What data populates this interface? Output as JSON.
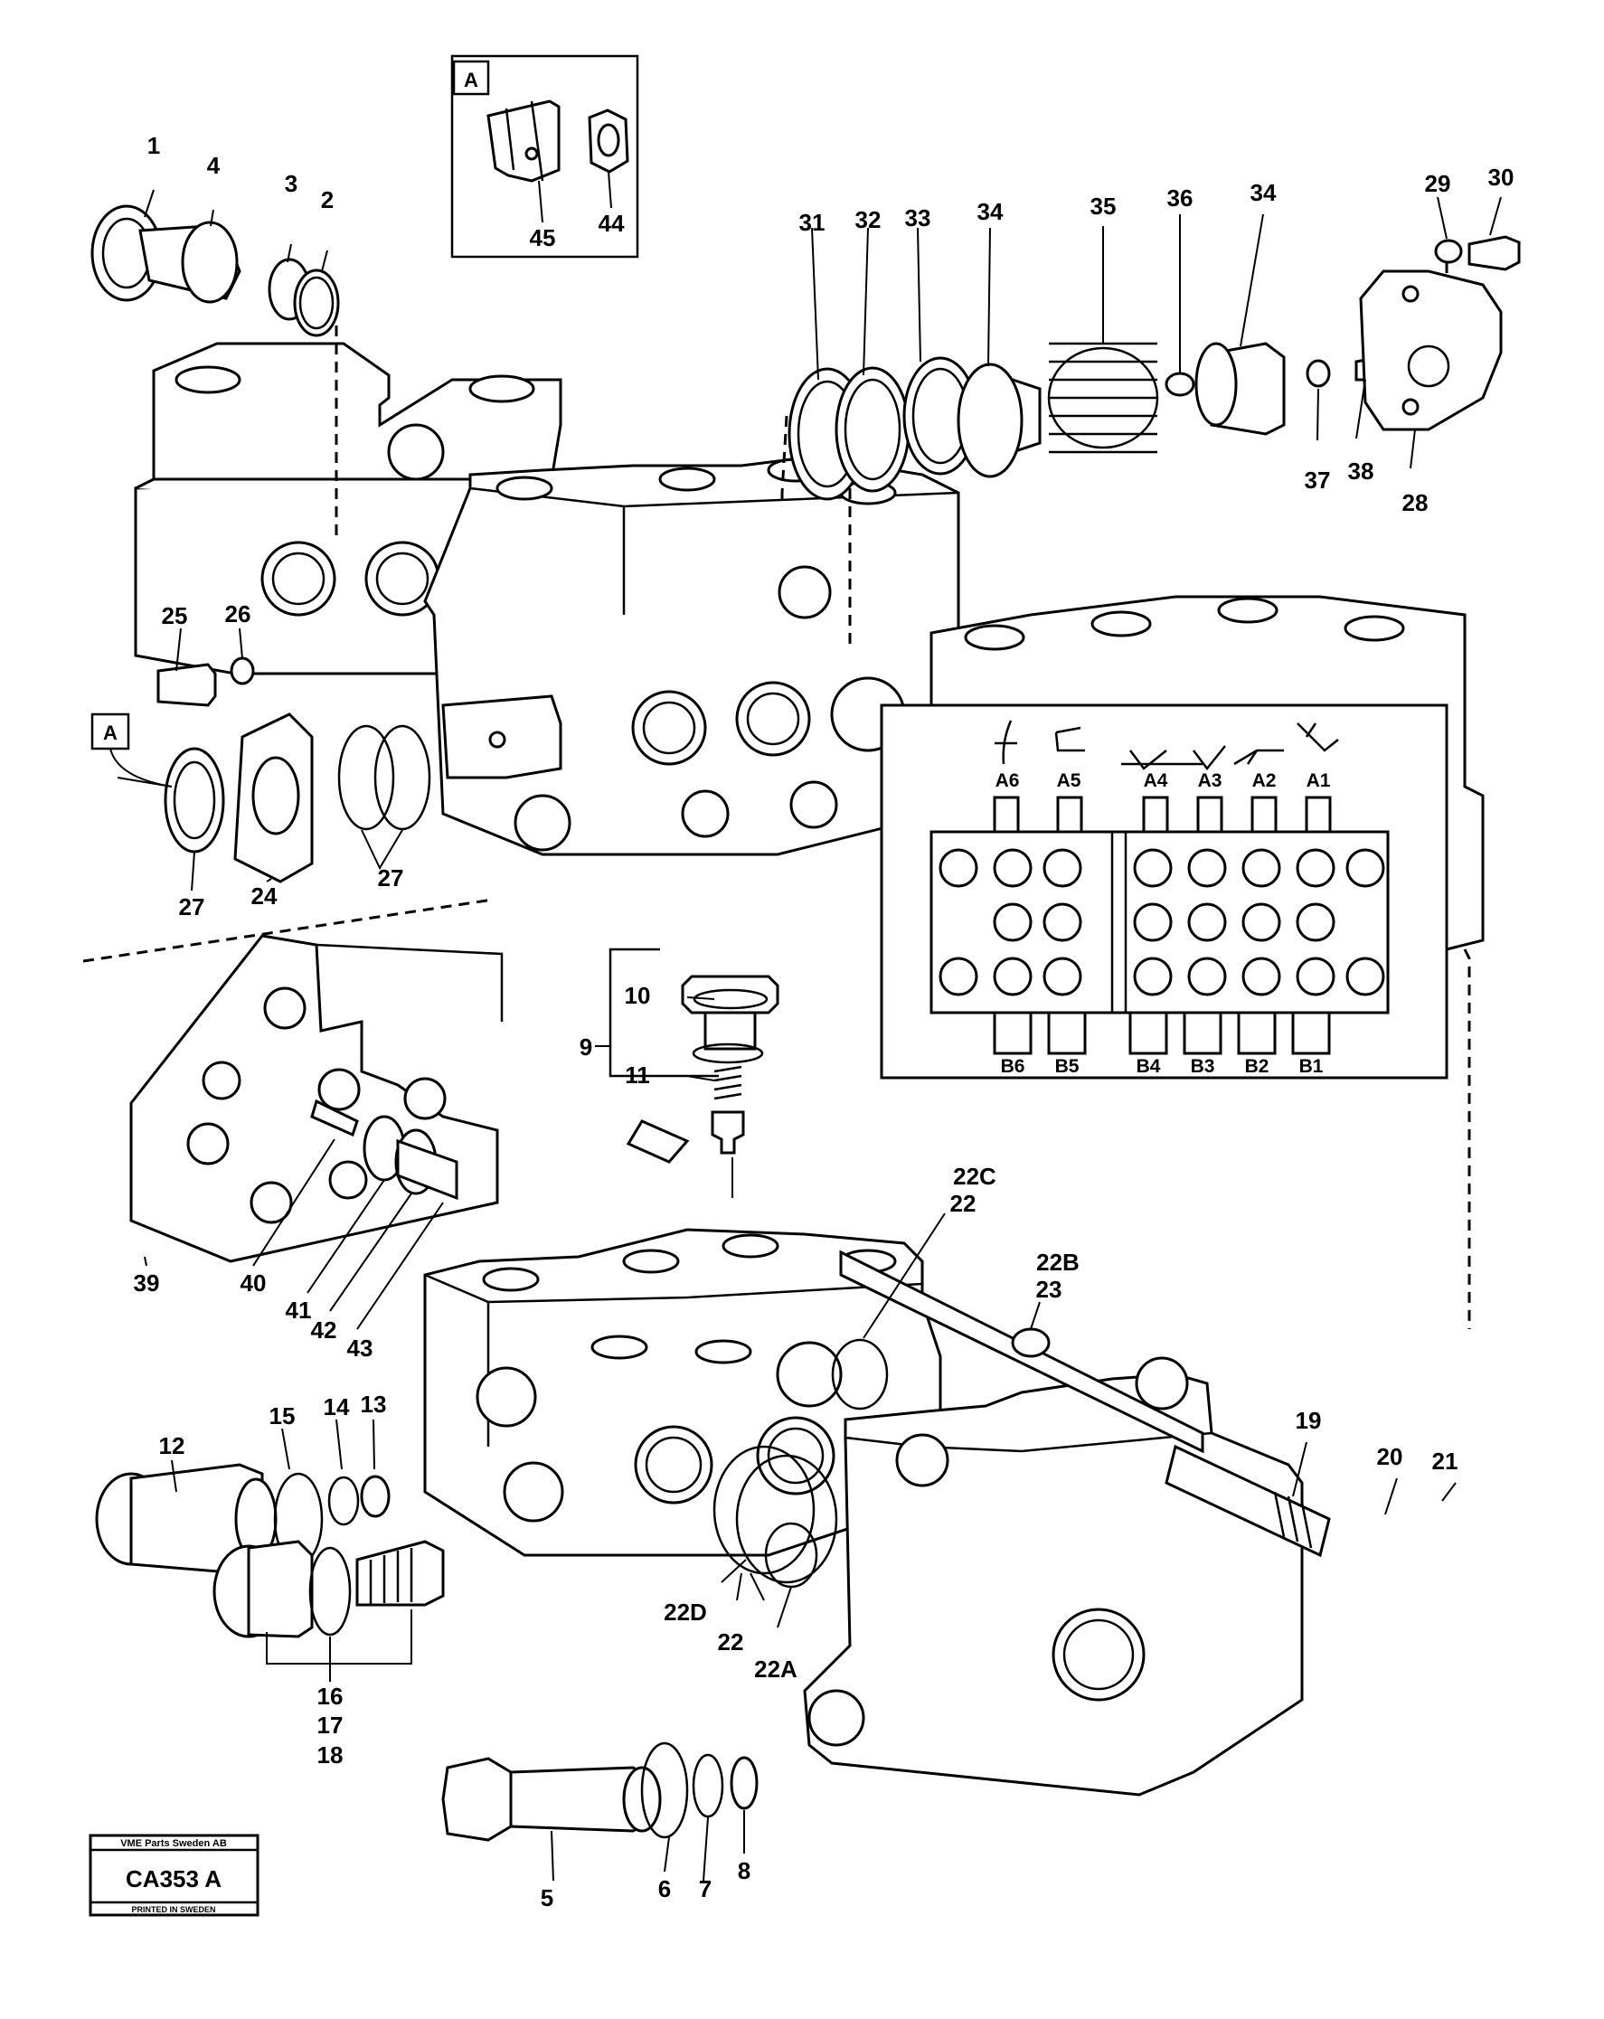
{
  "detail_view": {
    "tag": "A",
    "parts": [
      "45",
      "44"
    ]
  },
  "detail_reference": {
    "tag": "A"
  },
  "callouts": [
    "1",
    "4",
    "3",
    "2",
    "31",
    "32",
    "33",
    "34",
    "35",
    "36",
    "34",
    "29",
    "30",
    "37",
    "38",
    "28",
    "25",
    "26",
    "27",
    "24",
    "27",
    "9",
    "10",
    "11",
    "39",
    "40",
    "41",
    "42",
    "43",
    "22C",
    "22",
    "22B",
    "23",
    "19",
    "20",
    "21",
    "12",
    "15",
    "14",
    "13",
    "16",
    "17",
    "18",
    "22D",
    "22",
    "22A",
    "5",
    "6",
    "7",
    "8"
  ],
  "inset_schematic": {
    "ports_top": [
      "A6",
      "A5",
      "A4",
      "A3",
      "A2",
      "A1"
    ],
    "ports_bottom": [
      "B6",
      "B5",
      "B4",
      "B3",
      "B2",
      "B1"
    ]
  },
  "stamp": {
    "company": "VME Parts Sweden AB",
    "code": "CA353 A",
    "printed": "PRINTED IN SWEDEN"
  }
}
